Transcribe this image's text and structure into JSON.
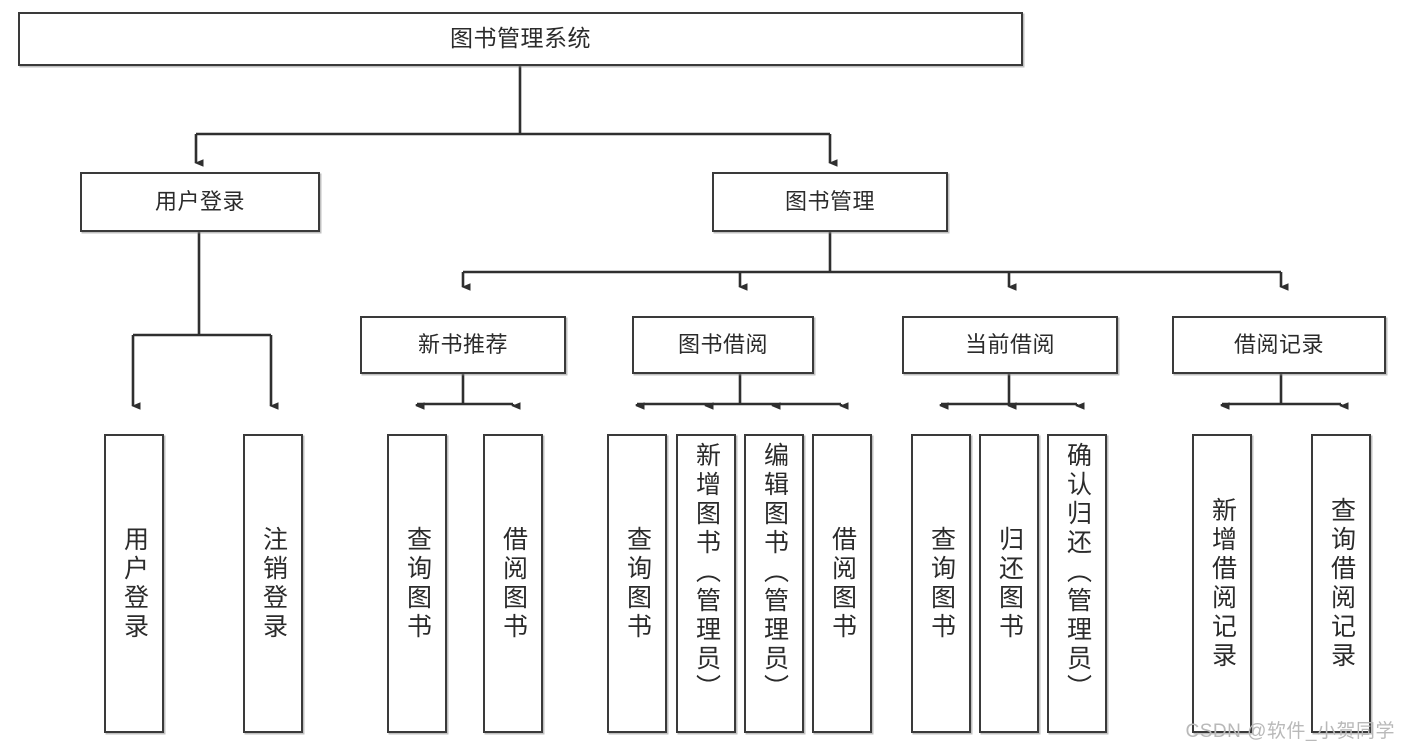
{
  "diagram": {
    "type": "tree",
    "title": "图书管理系统",
    "watermark": "CSDN @软件_小贺同学",
    "colors": {
      "box_border": "#3a3a3a",
      "box_fill": "#ffffff",
      "connector": "#2f2f2f",
      "text": "#2b2b2b",
      "watermark": "#b9b9b9"
    },
    "nodes": {
      "root": {
        "label": "图书管理系统"
      },
      "level1": [
        {
          "label": "用户登录"
        },
        {
          "label": "图书管理"
        }
      ],
      "level2": [
        {
          "label": "新书推荐"
        },
        {
          "label": "图书借阅"
        },
        {
          "label": "当前借阅"
        },
        {
          "label": "借阅记录"
        }
      ],
      "leaves": [
        {
          "label": "用户登录",
          "parent": "用户登录"
        },
        {
          "label": "注销登录",
          "parent": "用户登录"
        },
        {
          "label": "查询图书",
          "parent": "新书推荐"
        },
        {
          "label": "借阅图书",
          "parent": "新书推荐"
        },
        {
          "label": "查询图书",
          "parent": "图书借阅"
        },
        {
          "label": "新增图书（管理员）",
          "parent": "图书借阅"
        },
        {
          "label": "编辑图书（管理员）",
          "parent": "图书借阅"
        },
        {
          "label": "借阅图书",
          "parent": "图书借阅"
        },
        {
          "label": "查询图书",
          "parent": "当前借阅"
        },
        {
          "label": "归还图书",
          "parent": "当前借阅"
        },
        {
          "label": "确认归还（管理员）",
          "parent": "当前借阅"
        },
        {
          "label": "新增借阅记录",
          "parent": "借阅记录"
        },
        {
          "label": "查询借阅记录",
          "parent": "借阅记录"
        }
      ]
    }
  }
}
